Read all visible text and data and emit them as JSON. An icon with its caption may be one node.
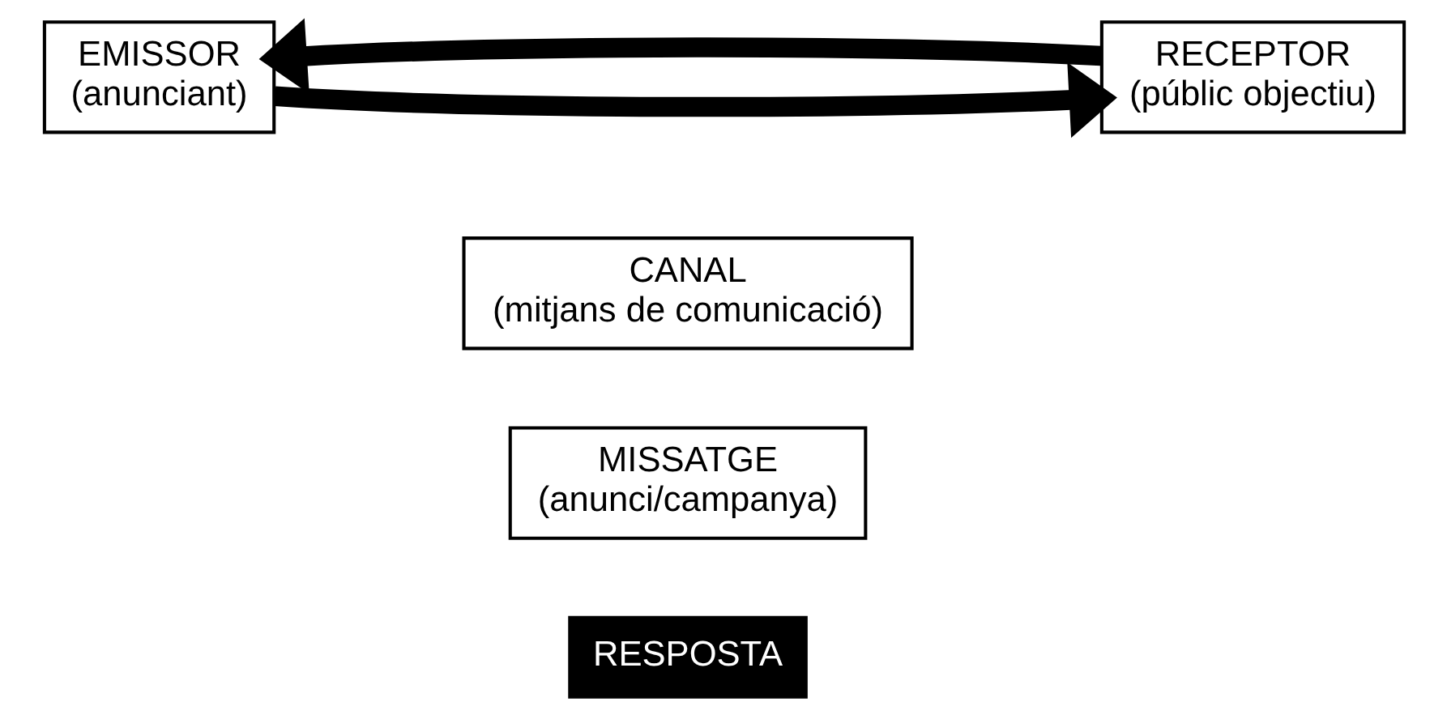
{
  "diagram": {
    "nodes": [
      {
        "text": [
          "EMISSOR",
          "(anunciant)"
        ]
      },
      {
        "text": [
          "RECEPTOR",
          "(públic objectiu)"
        ]
      },
      {
        "text": [
          "CANAL",
          "(mitjans de comunicació)"
        ]
      },
      {
        "text": [
          "MISSATGE",
          "(anunci/campanya)"
        ]
      },
      {
        "text": [
          "RESPOSTA"
        ]
      }
    ],
    "edges": [
      {
        "from": 0,
        "to": 1,
        "arrow": "to"
      },
      {
        "from": 1,
        "to": 0,
        "arrow": "to"
      }
    ]
  }
}
